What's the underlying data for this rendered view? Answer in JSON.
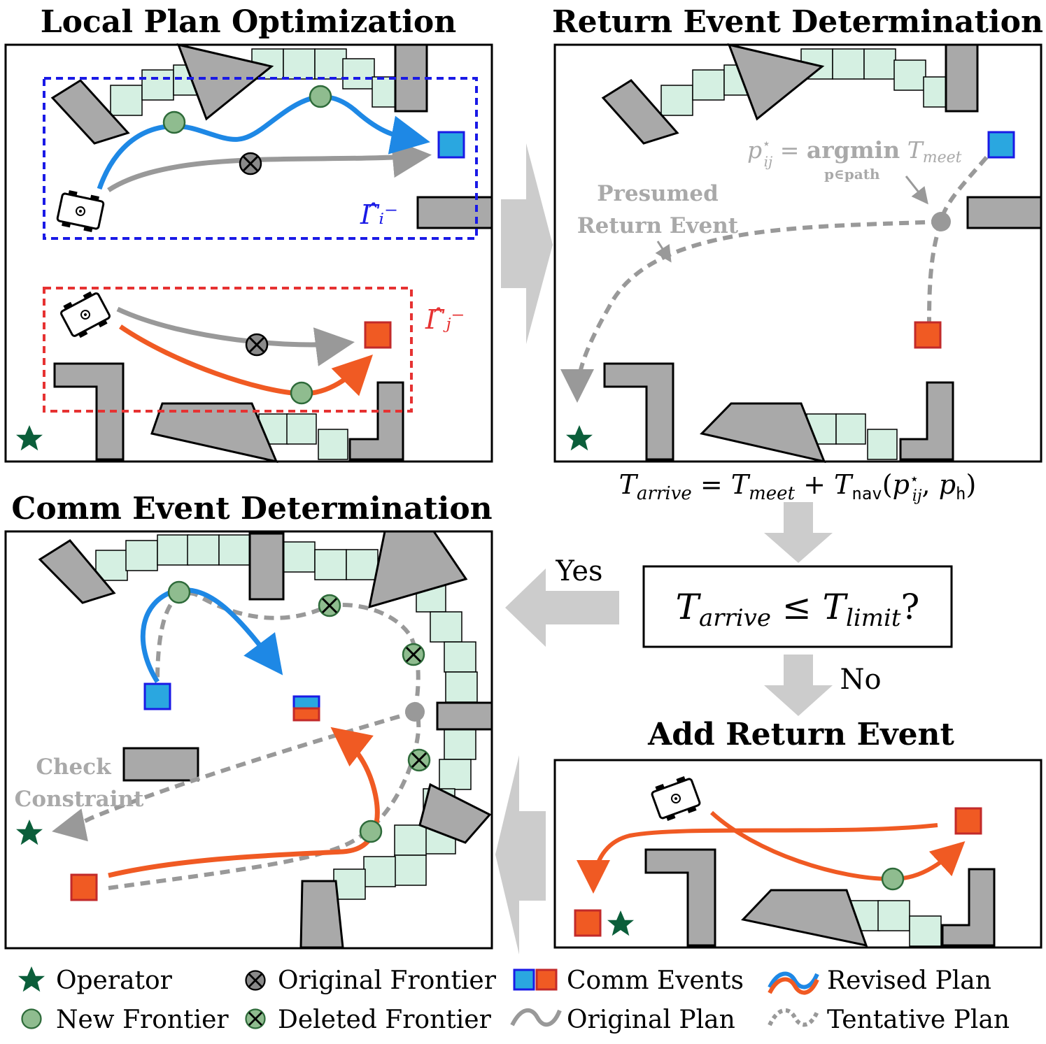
{
  "titles": {
    "local_plan": "Local Plan Optimization",
    "return_event": "Return Event Determination",
    "comm_event": "Comm Event Determination",
    "add_return": "Add Return Event"
  },
  "labels": {
    "gamma_i": "Γ̂ᵢ⁻",
    "gamma_j": "Γ̂ⱼ⁻",
    "presumed_1": "Presumed",
    "presumed_2": "Return Event",
    "argmin_lhs": "p*ᵢⱼ = argmin T",
    "argmin_sub": "meet",
    "argmin_under": "p∈path",
    "t_arrive_eq": "T",
    "decision_text": "T",
    "yes": "Yes",
    "no": "No",
    "check_1": "Check",
    "check_2": "Constraint"
  },
  "legend": {
    "operator": "Operator",
    "new_frontier": "New Frontier",
    "original_frontier": "Original Frontier",
    "deleted_frontier": "Deleted Frontier",
    "comm_events": "Comm Events",
    "original_plan": "Original Plan",
    "revised_plan": "Revised Plan",
    "tentative_plan": "Tentative Plan"
  },
  "colors": {
    "blue": "#1e88e5",
    "orange": "#f05a23",
    "gray_path": "#999999",
    "obstacle": "#a9a9a9",
    "frontier_tile": "#d5f0e2",
    "frontier_node": "#8fbc8f",
    "operator": "#0b5e3a",
    "arrow_gray": "#cccccc"
  }
}
